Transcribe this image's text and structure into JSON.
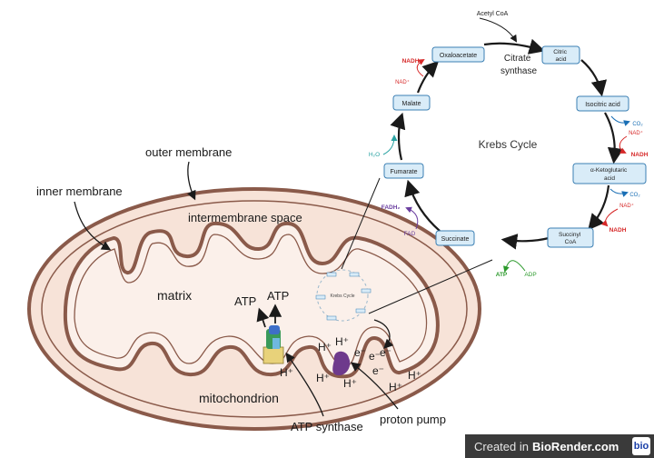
{
  "colors": {
    "mito_outer": "#8a5a4a",
    "mito_fill": "#f7e3d8",
    "matrix_fill": "#fbf0ea",
    "cycle_box": "#d9ecf8",
    "cycle_box_border": "#3b7fb3",
    "nadh_red": "#d62828",
    "co2_blue": "#1a6fb5",
    "atp_green": "#2c9a2c",
    "fad_purple": "#6b3fa0",
    "h2o_teal": "#2aa3a3",
    "pump_purple": "#6e3a8c"
  },
  "labels": {
    "outer_membrane": "outer membrane",
    "inner_membrane": "inner membrane",
    "intermembrane_space": "intermembrane space",
    "matrix": "matrix",
    "mitochondrion": "mitochondrion",
    "atp_synthase": "ATP synthase",
    "proton_pump": "proton pump",
    "atp_1": "ATP",
    "atp_2": "ATP",
    "h_plus": "H⁺",
    "e_minus": "e⁻",
    "mini_cycle": "Krebs Cycle"
  },
  "cycle": {
    "title": "Krebs Cycle",
    "acetyl_coa": "Acetyl CoA",
    "citrate_synthase": "Citrate\nsynthase",
    "boxes": {
      "oxaloacetate": "Oxaloacetate",
      "citric_acid": "Citric\nacid",
      "isocitric_acid": "Isocitric acid",
      "ketoglutaric": "α-Ketoglutaric\nacid",
      "succinyl_coa": "Succinyl\nCoA",
      "succinate": "Succinate",
      "fumarate": "Fumarate",
      "malate": "Malate"
    },
    "side": {
      "nadh_top": "NADH",
      "nad_top": "NAD⁺",
      "co2_1": "CO₂",
      "nad_1": "NAD⁺",
      "nadh_1": "NADH",
      "co2_2": "CO₂",
      "nad_2": "NAD⁺",
      "nadh_2": "NADH",
      "atp": "ATP",
      "adp": "ADP",
      "fadh2": "FADH₂",
      "fad": "FAD",
      "h2o": "H₂O"
    }
  },
  "badge": {
    "created_in": "Created in",
    "brand": "BioRender.com",
    "logo": "bio"
  }
}
